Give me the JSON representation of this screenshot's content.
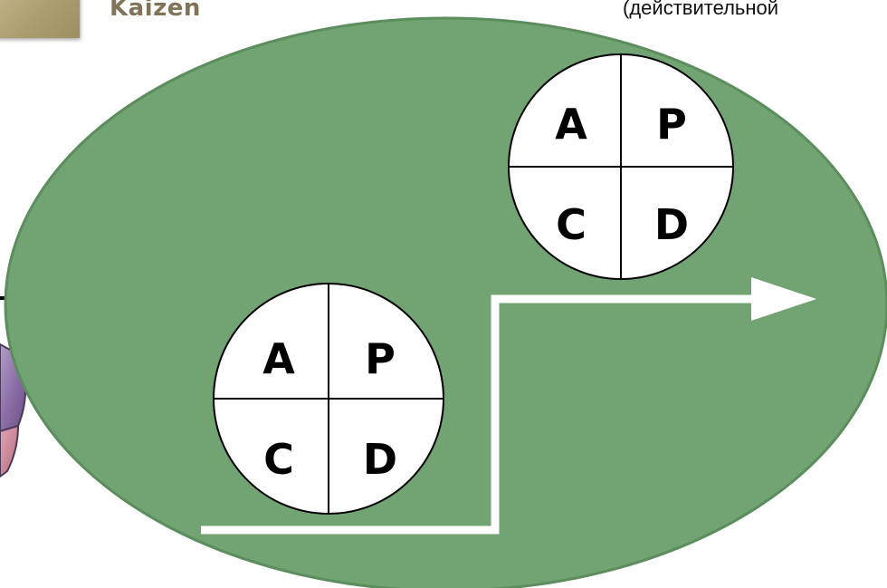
{
  "header": {
    "kaizen_label": "Kaizen",
    "note_text": "(действительной"
  },
  "colors": {
    "ellipse_fill": "#72a373",
    "ellipse_stroke": "#5c8d5d",
    "arrow": "#ffffff",
    "tile": "#ad9e70",
    "label": "#7f7458"
  },
  "pdca_cycles": [
    {
      "name": "upper-cycle",
      "letters": {
        "top_left": "A",
        "top_right": "P",
        "bottom_left": "C",
        "bottom_right": "D"
      }
    },
    {
      "name": "lower-cycle",
      "letters": {
        "top_left": "A",
        "top_right": "P",
        "bottom_left": "C",
        "bottom_right": "D"
      }
    }
  ],
  "icons": [
    "step-arrow-icon",
    "pie-fragment-icon"
  ]
}
